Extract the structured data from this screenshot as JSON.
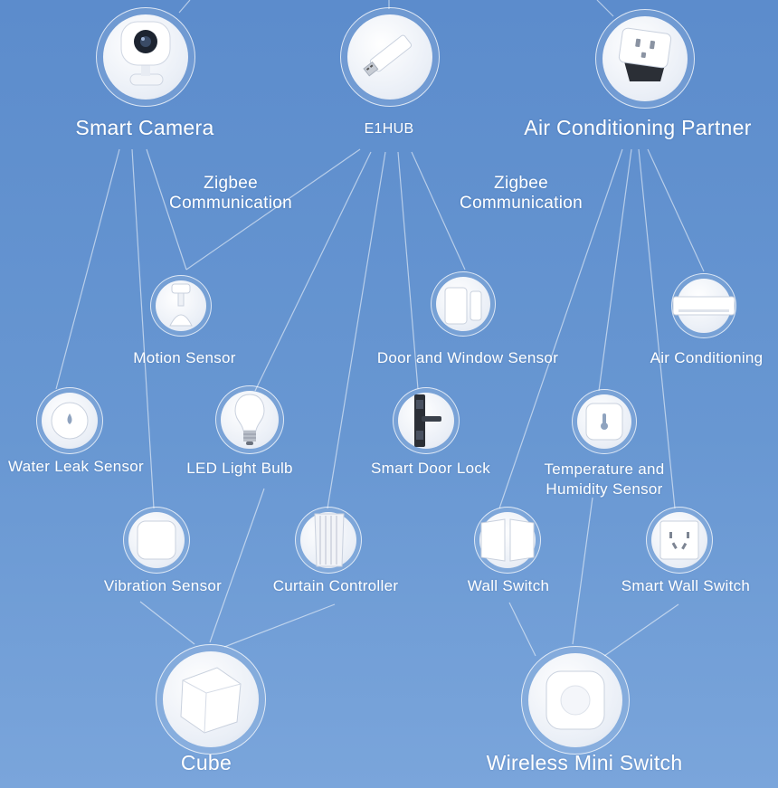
{
  "hubs": {
    "smart_camera": "Smart Camera",
    "e1hub": "E1HUB",
    "air_conditioning_partner": "Air Conditioning Partner"
  },
  "communication": {
    "left": "Zigbee\nCommunication",
    "right": "Zigbee\nCommunication"
  },
  "devices": {
    "motion_sensor": "Motion Sensor",
    "door_window_sensor": "Door and Window Sensor",
    "air_conditioning": "Air Conditioning",
    "water_leak_sensor": "Water Leak Sensor",
    "led_light_bulb": "LED Light Bulb",
    "smart_door_lock": "Smart Door Lock",
    "temperature_humidity_sensor": "Temperature and\nHumidity Sensor",
    "vibration_sensor": "Vibration Sensor",
    "curtain_controller": "Curtain Controller",
    "wall_switch": "Wall Switch",
    "smart_wall_switch": "Smart Wall Switch"
  },
  "controllers": {
    "cube": "Cube",
    "wireless_mini_switch": "Wireless Mini Switch"
  },
  "colors": {
    "background_top": "#5c8ccc",
    "background_bottom": "#7aa5db",
    "text": "#ffffff",
    "device_white": "#f4f6fa"
  }
}
